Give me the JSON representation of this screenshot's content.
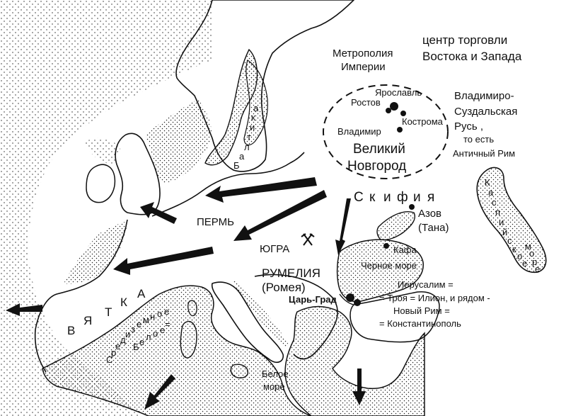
{
  "colors": {
    "ink": "#111111",
    "land_dots": "#222222",
    "background": "#ffffff"
  },
  "labels": {
    "trade_center_line1": "центр торговли",
    "trade_center_line2": "Востока и Запада",
    "metropolis_line1": "Метрополия",
    "metropolis_line2": "Империи",
    "vladimir_suzdal_line1": "Владимиро-",
    "vladimir_suzdal_line2": "Суздальская",
    "vladimir_suzdal_line3": "Русь ,",
    "vladimir_suzdal_line4": "то есть",
    "vladimir_suzdal_line5": "Античный Рим",
    "yaroslavl": "Ярославль",
    "rostov": "Ростов",
    "kostroma": "Кострома",
    "vladimir": "Владимир",
    "novgorod_line1": "Великий",
    "novgorod_line2": "Новгород",
    "baltic_letters": [
      "Б",
      "а",
      "л",
      "т",
      "и",
      "к",
      "а"
    ],
    "scythia_letters": [
      "С",
      "к",
      "и",
      "ф",
      "и",
      "я"
    ],
    "azov_line1": "Азов",
    "azov_line2": "(Тана)",
    "kafa": "Кафа",
    "black_sea": "Черное море",
    "perm": "ПЕРМЬ",
    "yugra": "ЮГРА",
    "rumelia_line1": "РУМЕЛИЯ",
    "rumelia_line2": "(Ромея)",
    "tsargrad": "Царь-Град",
    "jerusalem_line1": "Иерусалим =",
    "jerusalem_line2a": "= Троя = Илион,",
    "jerusalem_line2b": "и рядом -",
    "jerusalem_line3": "Новый Рим =",
    "jerusalem_line4": "= Константинополь",
    "caspian_letters": [
      "К",
      "а",
      "с",
      "п",
      "и",
      "й",
      "с",
      "к",
      "о",
      "е",
      "м",
      "о",
      "р",
      "е"
    ],
    "vyatka_letters": [
      "В",
      "Я",
      "Т",
      "К",
      "А"
    ],
    "mediterranean_letters": [
      "С",
      "р",
      "е",
      "д",
      "и",
      "з",
      "е",
      "м",
      "н",
      "о",
      "е",
      "="
    ],
    "beloe_letters": [
      "Б",
      "е",
      "л",
      "о",
      "е"
    ],
    "white_sea_line1": "Белое",
    "white_sea_line2": "море"
  }
}
